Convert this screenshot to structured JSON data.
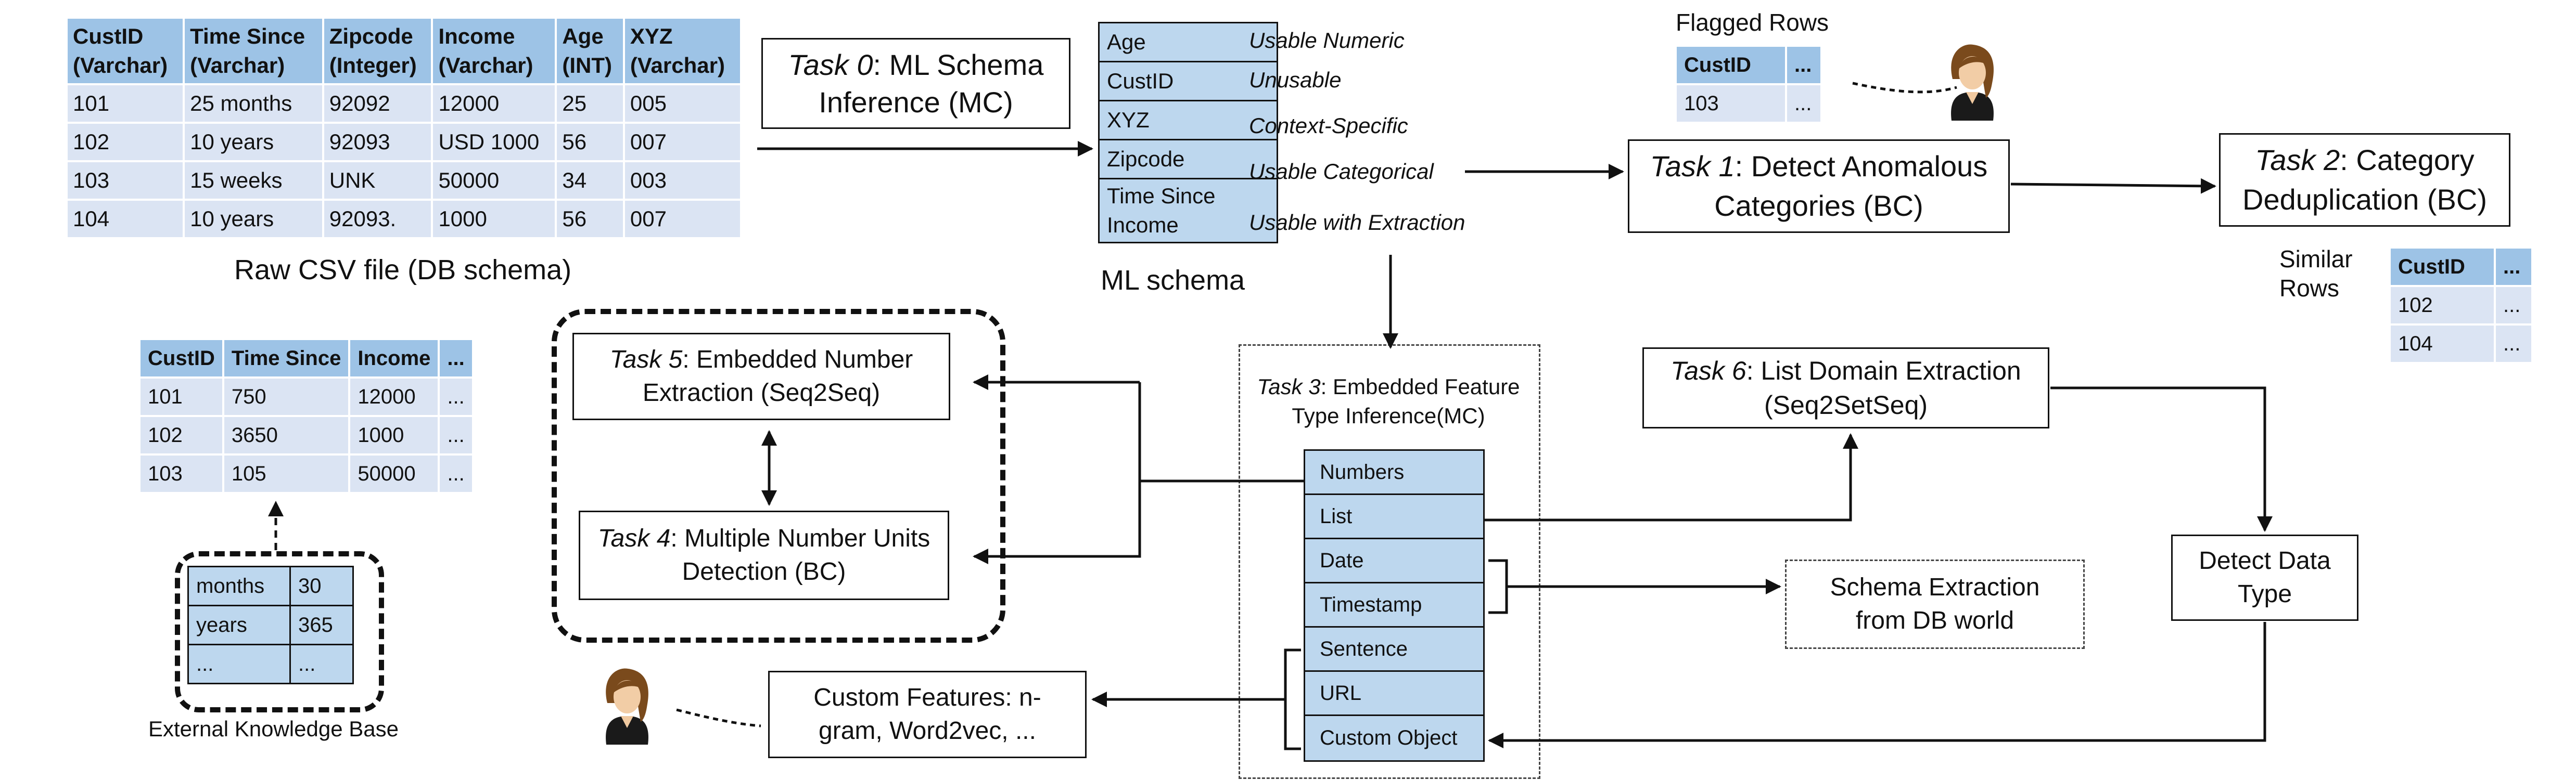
{
  "raw_csv": {
    "headers": [
      {
        "name": "CustID",
        "type": "(Varchar)"
      },
      {
        "name": "Time Since",
        "type": "(Varchar)"
      },
      {
        "name": "Zipcode",
        "type": "(Integer)"
      },
      {
        "name": "Income",
        "type": "(Varchar)"
      },
      {
        "name": "Age",
        "type": "(INT)"
      },
      {
        "name": "XYZ",
        "type": "(Varchar)"
      }
    ],
    "rows": [
      [
        "101",
        "25 months",
        "92092",
        "12000",
        "25",
        "005"
      ],
      [
        "102",
        "10 years",
        "92093",
        "USD 1000",
        "56",
        "007"
      ],
      [
        "103",
        "15 weeks",
        "UNK",
        "50000",
        "34",
        "003"
      ],
      [
        "104",
        "10 years",
        "92093.",
        "1000",
        "56",
        "007"
      ]
    ],
    "caption": "Raw CSV file (DB schema)"
  },
  "task0": {
    "italic": "Task 0",
    "rest": ": ML Schema Inference (MC)"
  },
  "ml_schema": {
    "caption": "ML schema",
    "features": [
      {
        "name": "Age",
        "label": "Usable Numeric"
      },
      {
        "name": "CustID",
        "label": "Unusable"
      },
      {
        "name": "XYZ",
        "label": "Context-Specific"
      },
      {
        "name": "Zipcode",
        "label": "Usable Categorical"
      },
      {
        "name": "Time Since Income",
        "label": "Usable with Extraction"
      }
    ]
  },
  "flagged_rows": {
    "title": "Flagged Rows",
    "headers": [
      "CustID",
      "..."
    ],
    "rows": [
      [
        "103",
        "..."
      ]
    ]
  },
  "task1": {
    "italic": "Task 1",
    "rest": ": Detect Anomalous Categories (BC)"
  },
  "task2": {
    "italic": "Task 2",
    "rest": ": Category Deduplication (BC)"
  },
  "similar_rows": {
    "title": "Similar Rows",
    "headers": [
      "CustID",
      "..."
    ],
    "rows": [
      [
        "102",
        "..."
      ],
      [
        "104",
        "..."
      ]
    ]
  },
  "task3": {
    "italic": "Task 3",
    "rest": ": Embedded Feature Type Inference(MC)",
    "types": [
      "Numbers",
      "List",
      "Date",
      "Timestamp",
      "Sentence",
      "URL",
      "Custom Object"
    ]
  },
  "task4": {
    "italic": "Task 4",
    "rest": ": Multiple Number Units Detection (BC)"
  },
  "task5": {
    "italic": "Task 5",
    "rest": ": Embedded Number Extraction (Seq2Seq)"
  },
  "task6": {
    "italic": "Task 6",
    "rest": ": List Domain Extraction (Seq2SetSeq)"
  },
  "extracted_table": {
    "headers": [
      "CustID",
      "Time Since",
      "Income",
      "..."
    ],
    "rows": [
      [
        "101",
        "750",
        "12000",
        "..."
      ],
      [
        "102",
        "3650",
        "1000",
        "..."
      ],
      [
        "103",
        "105",
        "50000",
        "..."
      ]
    ]
  },
  "knowledge_base": {
    "caption": "External Knowledge Base",
    "rows": [
      [
        "months",
        "30"
      ],
      [
        "years",
        "365"
      ],
      [
        "...",
        "..."
      ]
    ]
  },
  "schema_extraction": "Schema Extraction from DB world",
  "detect_data_type": "Detect Data Type",
  "custom_features": "Custom Features: n-gram, Word2vec, ..."
}
